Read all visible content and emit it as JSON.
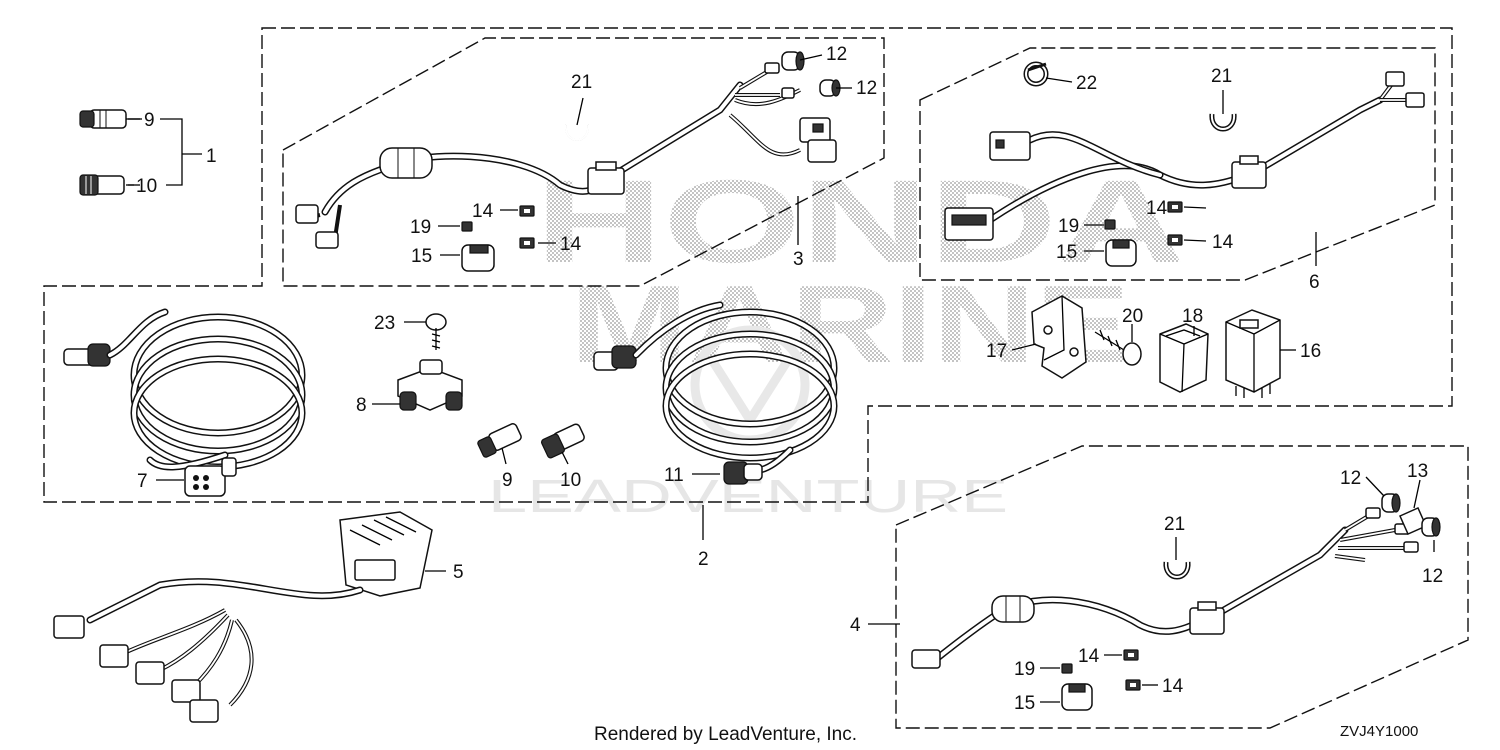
{
  "diagram": {
    "watermark": {
      "line1": "HONDA",
      "line2": "MARINE",
      "line3": "LEADVENTURE"
    },
    "footer": {
      "rendered_by": "Rendered by LeadVenture, Inc.",
      "diagram_code": "ZVJ4Y1000"
    },
    "callouts": {
      "c1": "1",
      "c9a": "9",
      "c10a": "10",
      "c2": "2",
      "c7": "7",
      "c23": "23",
      "c8": "8",
      "c9b": "9",
      "c10b": "10",
      "c11": "11",
      "c3": "3",
      "c21a": "21",
      "c12a": "12",
      "c12b": "12",
      "c14a": "14",
      "c14b": "14",
      "c19a": "19",
      "c15a": "15",
      "c6": "6",
      "c22": "22",
      "c21b": "21",
      "c14c": "14",
      "c14d": "14",
      "c19b": "19",
      "c15b": "15",
      "c20": "20",
      "c17": "17",
      "c18": "18",
      "c16": "16",
      "c5": "5",
      "c4": "4",
      "c21c": "21",
      "c12c": "12",
      "c13": "13",
      "c12d": "12",
      "c14e": "14",
      "c14f": "14",
      "c19c": "19",
      "c15c": "15"
    }
  }
}
